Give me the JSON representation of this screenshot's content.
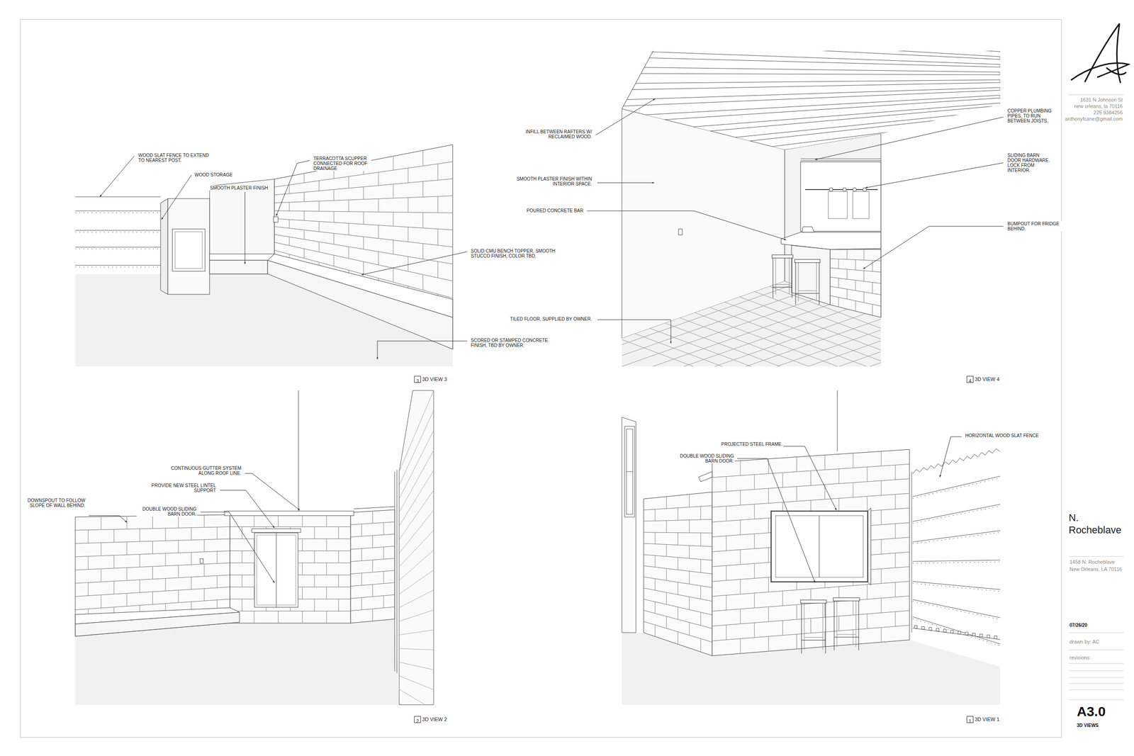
{
  "diagram": {
    "title": "N. Rocheblave",
    "nodes": [
      {
        "text": [
          "3",
          "3D VIEW 3"
        ]
      },
      {
        "text": [
          "4",
          "3D VIEW 4"
        ]
      },
      {
        "text": [
          "2",
          "3D VIEW 2"
        ]
      },
      {
        "text": [
          "1",
          "3D VIEW 1"
        ]
      }
    ],
    "labels": [
      "WOOD SLAT FENCE TO EXTEND TO NEAREST POST.",
      "WOOD STORAGE",
      "SMOOTH PLASTER FINISH",
      "TERRACOTTA SCUPPER CONNECTED FOR ROOF DRAINAGE",
      "SOLID CMU BENCH TOPPER, SMOOTH STUCCO FINISH, COLOR TBD.",
      "SCORED OR STAMPED CONCRETE FINISH, TBD BY OWNER.",
      "INFILL BETWEEN RAFTERS W/ RECLAIMED WOOD.",
      "SMOOTH PLASTER FINISH WITHIN INTERIOR SPACE.",
      "POURED CONCRETE BAR",
      "TILED FLOOR, SUPPLIED BY OWNER.",
      "COPPER PLUMBING PIPES, TO RUN BETWEEN JOISTS.",
      "SLIDING BARN DOOR HARDWARE. LOCK FROM INTERIOR.",
      "BUMPOUT FOR FRIDGE BEHIND.",
      "CONTINUOUS GUTTER SYSTEM ALONG ROOF LINE.",
      "PROVIDE NEW STEEL LINTEL SUPPORT",
      "DOWNSPOUT TO FOLLOW SLOPE OF WALL BEHIND.",
      "DOUBLE WOOD SLIDING BARN DOOR.",
      "PROJECTED STEEL FRAME.",
      "DOUBLE WOOD SLIDING BARN DOOR.",
      "HORIZONTAL WOOD SLAT FENCE",
      "1631 N Johnson St",
      "new orleans, la 70116",
      "225 9384256",
      "anthonyfcane@gmail.com",
      "1458 N. Rocheblave",
      "New Orleans, LA 70116",
      "07/26/20",
      "drawn by: AC",
      "revisions:",
      "A3.0",
      "3D VIEWS"
    ]
  }
}
